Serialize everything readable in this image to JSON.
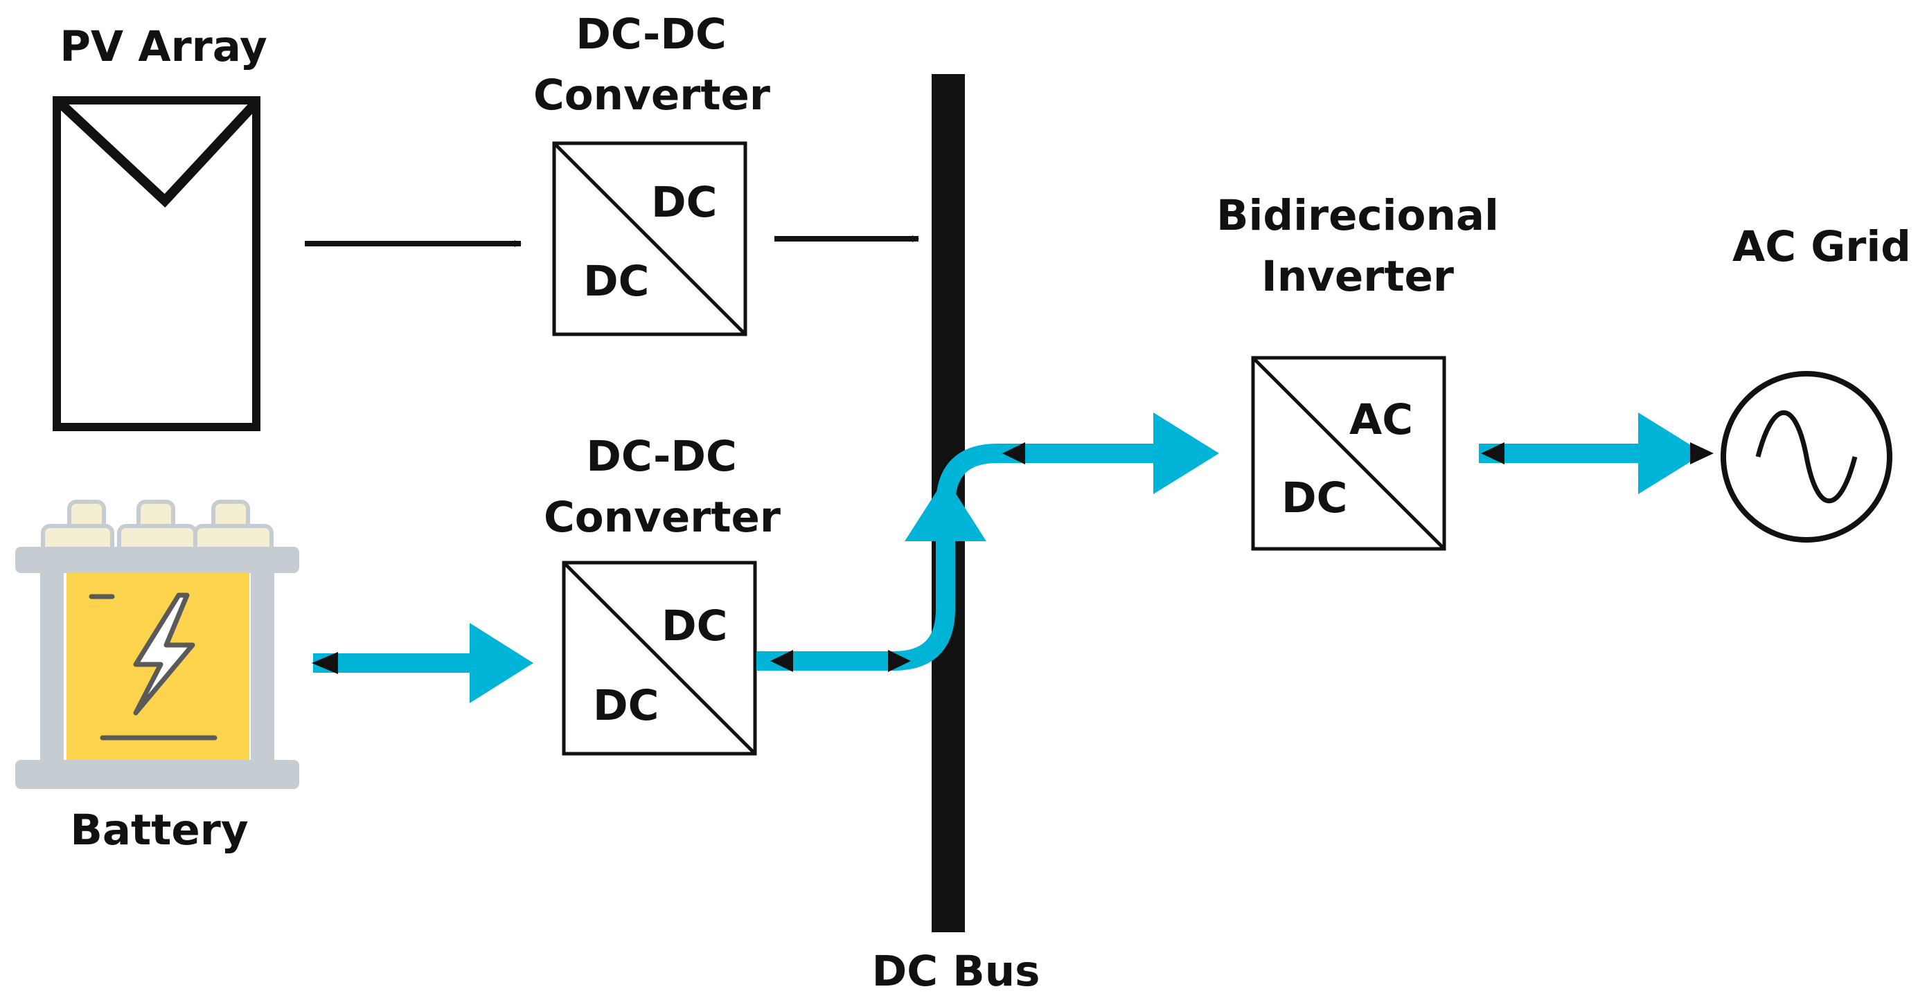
{
  "labels": {
    "pv_array": "PV Array",
    "converter1_line1": "DC-DC",
    "converter1_line2": "Converter",
    "converter2_line1": "DC-DC",
    "converter2_line2": "Converter",
    "inverter_line1": "Bidirecional",
    "inverter_line2": "Inverter",
    "ac_grid": "AC Grid",
    "battery": "Battery",
    "dc_bus": "DC Bus"
  },
  "blocks": {
    "converter1": {
      "top": "DC",
      "bottom": "DC"
    },
    "converter2": {
      "top": "DC",
      "bottom": "DC"
    },
    "inverter": {
      "top": "AC",
      "bottom": "DC"
    }
  },
  "colors": {
    "line": "#111111",
    "power_flow": "#00B4D8",
    "battery_fill": "#FCD34D",
    "battery_frame": "#C5CDD3",
    "battery_terminal": "#F4EFD2"
  },
  "icons": {
    "pv": "solar-panel-icon",
    "battery": "battery-icon",
    "grid": "ac-sine-icon"
  }
}
